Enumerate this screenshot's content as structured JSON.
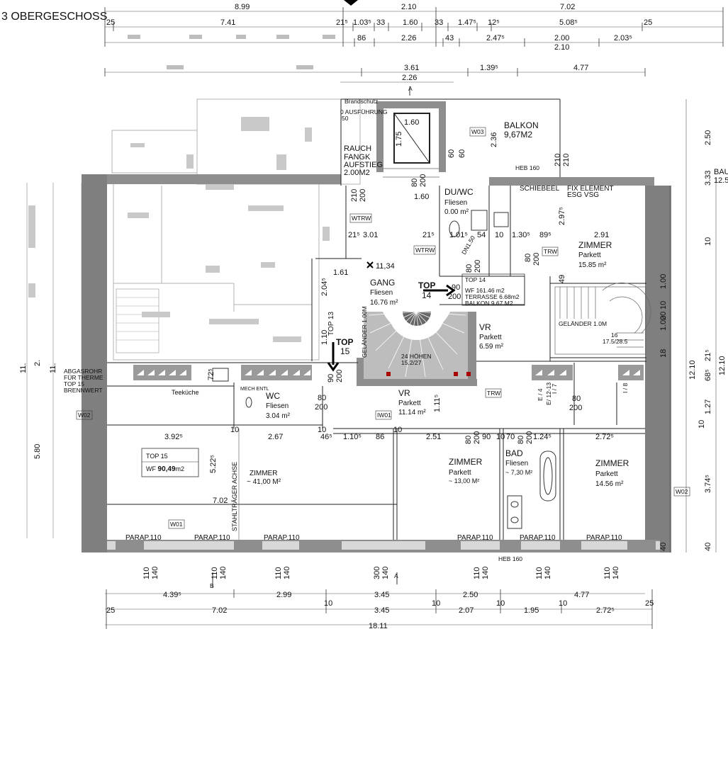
{
  "title": "3 OBERGESCHOSS",
  "dims_top": {
    "row1": [
      "8.99",
      "2.10",
      "7.02"
    ],
    "row2": [
      "25",
      "7.41",
      "21⁵",
      "1.03⁵",
      "33",
      "1.60",
      "33",
      "1.47⁵",
      "12⁵",
      "5.08⁵",
      "25"
    ],
    "row3": [
      "86",
      "2.26",
      "43",
      "2.47⁵",
      "2.00",
      "2.10",
      "2.03⁵"
    ],
    "row4": [
      "3.61",
      "1.39⁵",
      "4.77",
      "2.26"
    ]
  },
  "dims_bottom": {
    "row1": [
      "4.39⁵",
      "2.99",
      "3.45",
      "2.50",
      "4.77"
    ],
    "row2": [
      "25",
      "7.02",
      "10",
      "3.45",
      "10",
      "2.07",
      "10",
      "1.95",
      "10",
      "2.72⁵",
      "25"
    ],
    "total": "18.11",
    "openings": [
      "110",
      "140",
      "110",
      "140",
      "110",
      "140",
      "300",
      "140",
      "110",
      "140",
      "110",
      "140",
      "110",
      "140"
    ]
  },
  "dims_left": [
    "11.",
    "2.",
    "11.",
    "5.80"
  ],
  "dims_right": [
    "2.50",
    "3.33",
    "10",
    "1.00",
    "10",
    "20",
    "1.00",
    "18",
    "12.10",
    "68⁵",
    "21⁵",
    "12.10",
    "1.27",
    "10",
    "3.74⁵",
    "40",
    "40",
    "BAU",
    "12.5"
  ],
  "rooms": {
    "balkon": {
      "name": "BALKON",
      "area": "9,67M2"
    },
    "rauch": {
      "l1": "RAUCH",
      "l2": "FANGK",
      "l3": "AUFSTIEG",
      "area": "2.00M2"
    },
    "duwc": {
      "name": "DU/WC",
      "floor": "Fliesen",
      "area": "0.00 m²"
    },
    "zimmer_ne": {
      "name": "ZIMMER",
      "floor": "Parkett",
      "area": "15.85 m²"
    },
    "gang": {
      "name": "GANG",
      "floor": "Fliesen",
      "area": "16.76 m²"
    },
    "vr_mid": {
      "name": "VR",
      "floor": "Parkett",
      "area": "6.59 m²"
    },
    "vr_lower": {
      "name": "VR",
      "floor": "Parkett",
      "area": "11.14 m²"
    },
    "wc": {
      "name": "WC",
      "floor": "Fliesen",
      "area": "3.04 m²"
    },
    "zimmer_big": {
      "name": "ZIMMER",
      "area": "~ 41,00 M²"
    },
    "zimmer_mid": {
      "name": "ZIMMER",
      "floor": "Parkett",
      "area": "~ 13,00 M²"
    },
    "bad": {
      "name": "BAD",
      "floor": "Fliesen",
      "area": "~ 7,30 M²"
    },
    "zimmer_se": {
      "name": "ZIMMER",
      "floor": "Parkett",
      "area": "14.56 m²"
    }
  },
  "top14": {
    "label": "TOP",
    "num": "14",
    "box": "TOP 14",
    "wf": "WF 161.46 m2",
    "terr": "TERRASSE 6.68m2",
    "balk": "BALKON 9.67 M2"
  },
  "top15": {
    "label": "TOP",
    "num": "15",
    "box": "TOP 15",
    "wf_label": "WF",
    "wf_value": "90,49",
    "wf_unit": "m2"
  },
  "top13": "TOP 13",
  "labels": {
    "brandschutz": "Brandschutz",
    "ausfuehrung": "0 AUSFÜHRUNG",
    "fifty": "50",
    "heb160": "HEB 160",
    "schiebeel": "SCHIEBEEL",
    "fix": "FIX ELEMENT",
    "esg": "ESG VSG",
    "wtrw": "WTRW",
    "trw": "TRW",
    "iw01": "IW01",
    "gelaender": "GELÄNDER 1.00M",
    "gelaender2": "GELÄNDER 1.0M",
    "hoehen": "24 HÖHEN",
    "hoehen2": "15.2/27",
    "stair16": "16",
    "stair16b": "17.5/28.5",
    "abgas1": "ABGASROHR",
    "abgas2": "FÜR THERME",
    "abgas3": "TOP 15",
    "abgas4": "BRENNWERT",
    "teekueche": "Teeküche",
    "mech": "MECH ENTL",
    "w01": "W01",
    "w02": "W02",
    "w03": "W03",
    "stahl": "STAHLTRÄGER ACHSE",
    "parap": "PARAP.110",
    "dn": "DN1.50",
    "level": "11,34",
    "e12": "E/ 12-13",
    "e4": "E / 4",
    "i7": "I / 7",
    "i8": "I / 8",
    "b": "B",
    "a": "A"
  },
  "door_dims": [
    "80",
    "200",
    "90",
    "200",
    "60",
    "60",
    "210",
    "200",
    "80",
    "200",
    "90",
    "200",
    "80",
    "200",
    "80",
    "200",
    "80",
    "200",
    "210",
    "210"
  ],
  "misc_dims": [
    "1.60",
    "1.75",
    "2.36",
    "1.60",
    "21⁵",
    "3.01",
    "21⁵",
    "1.01⁵",
    "54",
    "10",
    "1.30⁵",
    "89⁵",
    "2.91",
    "2.97⁵",
    "1.61",
    "2.04⁵",
    "1.10",
    "3.92⁵",
    "2.67",
    "10",
    "46⁵",
    "1.10⁵",
    "86",
    "2.51",
    "90",
    "10",
    "70",
    "1.24⁵",
    "2.72⁵",
    "7.02",
    "5.22⁵",
    "72⁵",
    "1.11⁵",
    "10",
    "10",
    "49"
  ]
}
